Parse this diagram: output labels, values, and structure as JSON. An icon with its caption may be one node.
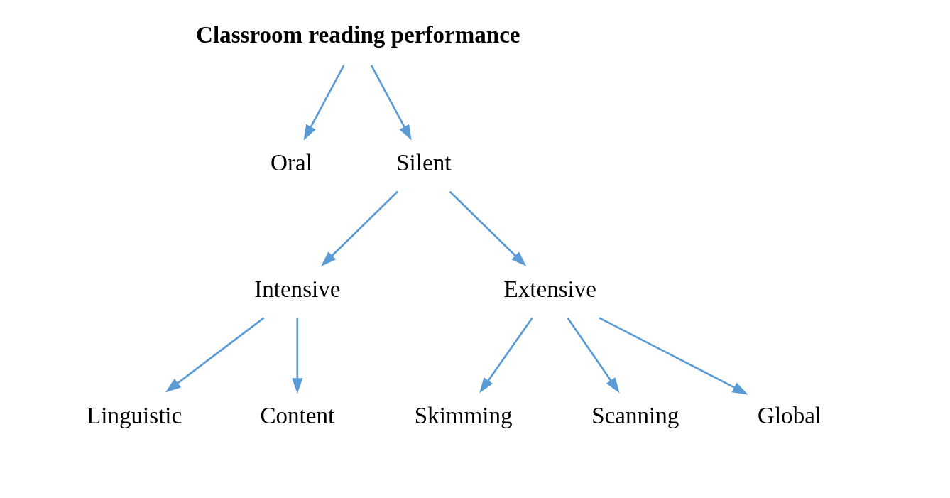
{
  "diagram": {
    "nodes": [
      {
        "text": [
          "Classroom reading performance"
        ]
      },
      {
        "text": [
          "Oral"
        ]
      },
      {
        "text": [
          "Silent"
        ]
      },
      {
        "text": [
          "Intensive"
        ]
      },
      {
        "text": [
          "Extensive"
        ]
      },
      {
        "text": [
          "Linguistic"
        ]
      },
      {
        "text": [
          "Content"
        ]
      },
      {
        "text": [
          "Skimming"
        ]
      },
      {
        "text": [
          "Scanning"
        ]
      },
      {
        "text": [
          "Global"
        ]
      }
    ],
    "edges": [
      {
        "from": 0,
        "to": 1,
        "arrow": "to"
      },
      {
        "from": 0,
        "to": 2,
        "arrow": "to"
      },
      {
        "from": 2,
        "to": 3,
        "arrow": "to"
      },
      {
        "from": 2,
        "to": 4,
        "arrow": "to"
      },
      {
        "from": 3,
        "to": 5,
        "arrow": "to"
      },
      {
        "from": 3,
        "to": 6,
        "arrow": "to"
      },
      {
        "from": 4,
        "to": 7,
        "arrow": "to"
      },
      {
        "from": 4,
        "to": 8,
        "arrow": "to"
      },
      {
        "from": 4,
        "to": 9,
        "arrow": "to"
      }
    ]
  }
}
